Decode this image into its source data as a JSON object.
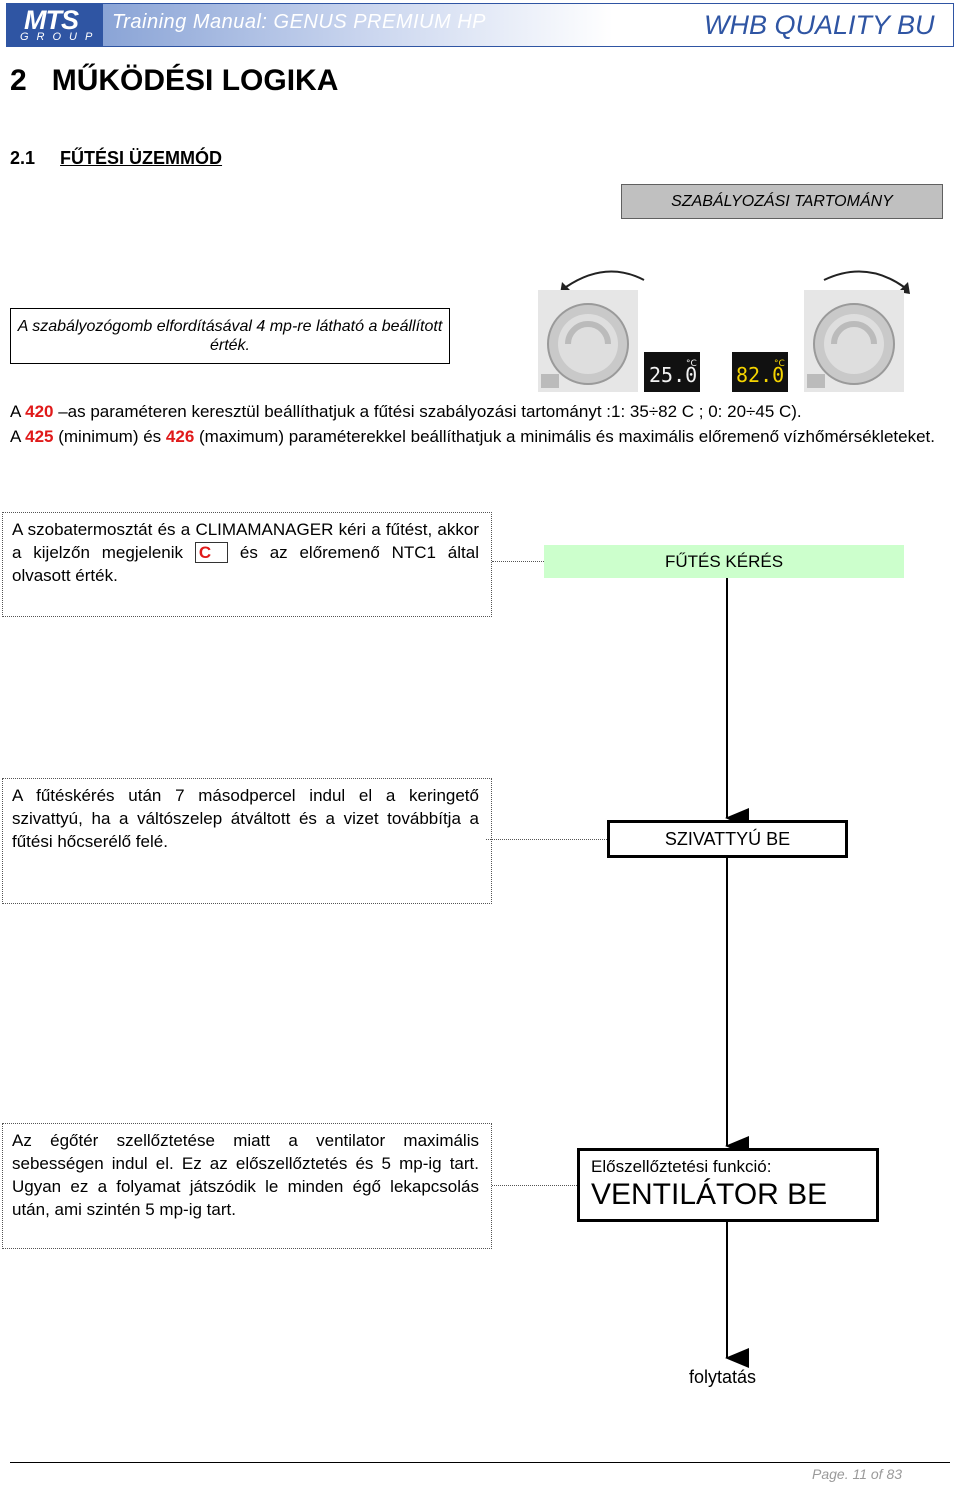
{
  "header": {
    "logo": "MTS",
    "logo_sub": "GROUP",
    "title": "Training Manual: GENUS PREMIUM HP",
    "right": "WHB QUALITY BU"
  },
  "section": {
    "number": "2",
    "title": "MŰKÖDÉSI LOGIKA",
    "sub_number": "2.1",
    "sub_title": "FŰTÉSI ÜZEMMÓD"
  },
  "range_label": "SZABÁLYOZÁSI TARTOMÁNY",
  "knob_note": "A szabályozógomb elfordításával 4 mp-re látható a beállított érték.",
  "displays": {
    "min": "25.0",
    "max": "82.0",
    "unit": "°C"
  },
  "params": {
    "line1_a": "A ",
    "p420": "420",
    "line1_b": " –as paraméteren keresztül beállíthatjuk a fűtési szabályozási tartományt :1: 35÷82 C ; 0: 20÷45 C).",
    "line2_a": "A ",
    "p425": "425",
    "line2_b": " (minimum) és ",
    "p426": "426",
    "line2_c": " (maximum) paraméterekkel beállíthatjuk a minimális és maximális előremenő vízhőmérsékleteket."
  },
  "steps": {
    "s1_text_a": "A szobatermosztát és a CLIMAMANAGER kéri a fűtést, akkor a kijelzőn megjelenik ",
    "s1_c": "C",
    "s1_text_b": " és az előremenő NTC1 által olvasott érték.",
    "s1_label": "FŰTÉS KÉRÉS",
    "s2_text": "A fűtéskérés után 7 másodpercel indul el a keringető szivattyú, ha a váltószelep átváltott és a vizet továbbítja a fűtési hőcserélő felé.",
    "s2_label": "SZIVATTYÚ BE",
    "s3_text": "Az égőtér szellőztetése miatt a ventilator maximális sebességen indul el. Ez az előszellőztetés és 5 mp-ig tart. Ugyan ez a folyamat játszódik le minden égő lekapcsolás után, ami szintén 5 mp-ig tart.",
    "s3_label_small": "Előszellőztetési funkció:",
    "s3_label_big": "VENTILÁTOR BE",
    "continue": "folytatás"
  },
  "footer": {
    "page_label": "Page. 11 of  83"
  }
}
